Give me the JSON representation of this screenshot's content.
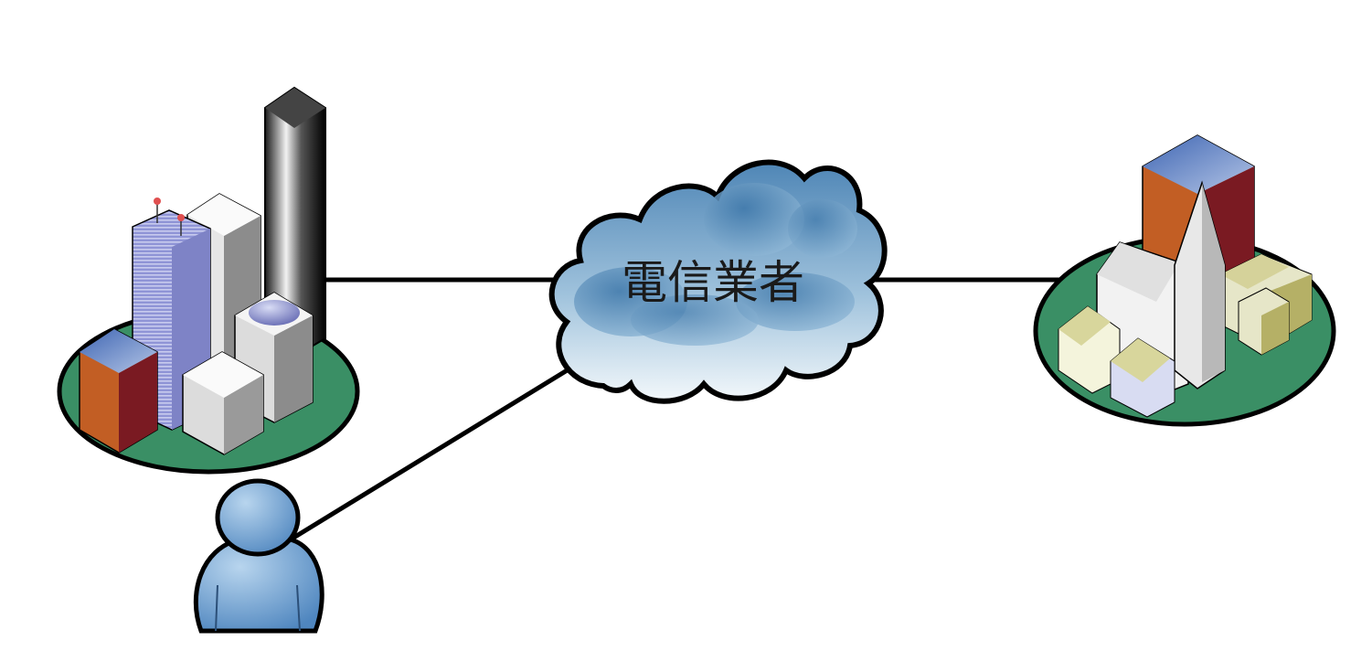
{
  "cloud": {
    "label": "電信業者",
    "icon": "cloud-icon"
  },
  "nodes": [
    {
      "name": "city-headquarters",
      "icon": "city-skyline-icon"
    },
    {
      "name": "town-branch",
      "icon": "small-town-icon"
    },
    {
      "name": "remote-user",
      "icon": "user-icon"
    }
  ],
  "links": [
    {
      "from": "city-headquarters",
      "to": "cloud"
    },
    {
      "from": "cloud",
      "to": "town-branch"
    },
    {
      "from": "remote-user",
      "to": "cloud"
    }
  ],
  "colors": {
    "ground": "#3a8f65",
    "cloud_dark": "#4f86b6",
    "cloud_light": "#e9f2f8",
    "brick": "#c25e24",
    "maroon": "#7a1a22",
    "roof_blue": "#5a7fbf",
    "lavender": "#7f84c5",
    "user_blue": "#6f9fcf",
    "line": "#000000"
  }
}
